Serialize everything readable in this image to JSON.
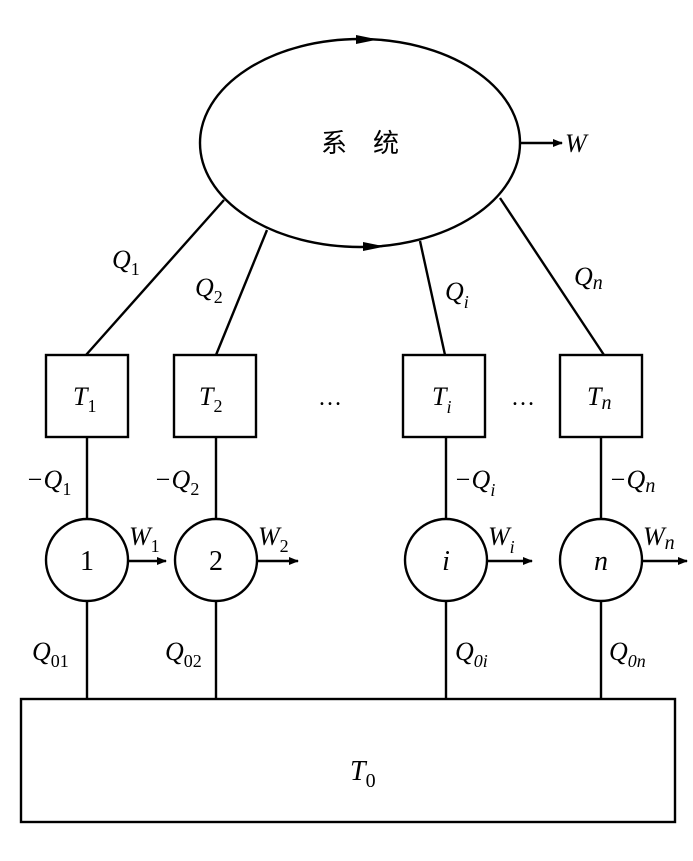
{
  "system": {
    "label": "系　统",
    "work_label": "W"
  },
  "branches": [
    {
      "flow_label": "Q",
      "flow_sub": "1",
      "reservoir_label": "T",
      "reservoir_sub": "1",
      "reject_label": "−Q",
      "reject_sub": "1",
      "engine_label": "1",
      "engine_italic": false,
      "work_label": "W",
      "work_sub": "1",
      "ambient_label": "Q",
      "ambient_sub": "01"
    },
    {
      "flow_label": "Q",
      "flow_sub": "2",
      "reservoir_label": "T",
      "reservoir_sub": "2",
      "reject_label": "−Q",
      "reject_sub": "2",
      "engine_label": "2",
      "engine_italic": false,
      "work_label": "W",
      "work_sub": "2",
      "ambient_label": "Q",
      "ambient_sub": "02"
    },
    {
      "flow_label": "Q",
      "flow_sub": "i",
      "reservoir_label": "T",
      "reservoir_sub": "i",
      "reject_label": "−Q",
      "reject_sub": "i",
      "engine_label": "i",
      "engine_italic": true,
      "work_label": "W",
      "work_sub": "i",
      "ambient_label": "Q",
      "ambient_sub": "0i"
    },
    {
      "flow_label": "Q",
      "flow_sub": "n",
      "reservoir_label": "T",
      "reservoir_sub": "n",
      "reject_label": "−Q",
      "reject_sub": "n",
      "engine_label": "n",
      "engine_italic": true,
      "work_label": "W",
      "work_sub": "n",
      "ambient_label": "Q",
      "ambient_sub": "0n"
    }
  ],
  "ellipsis": [
    "…",
    "…"
  ],
  "environment": {
    "label": "T",
    "sub": "0"
  }
}
